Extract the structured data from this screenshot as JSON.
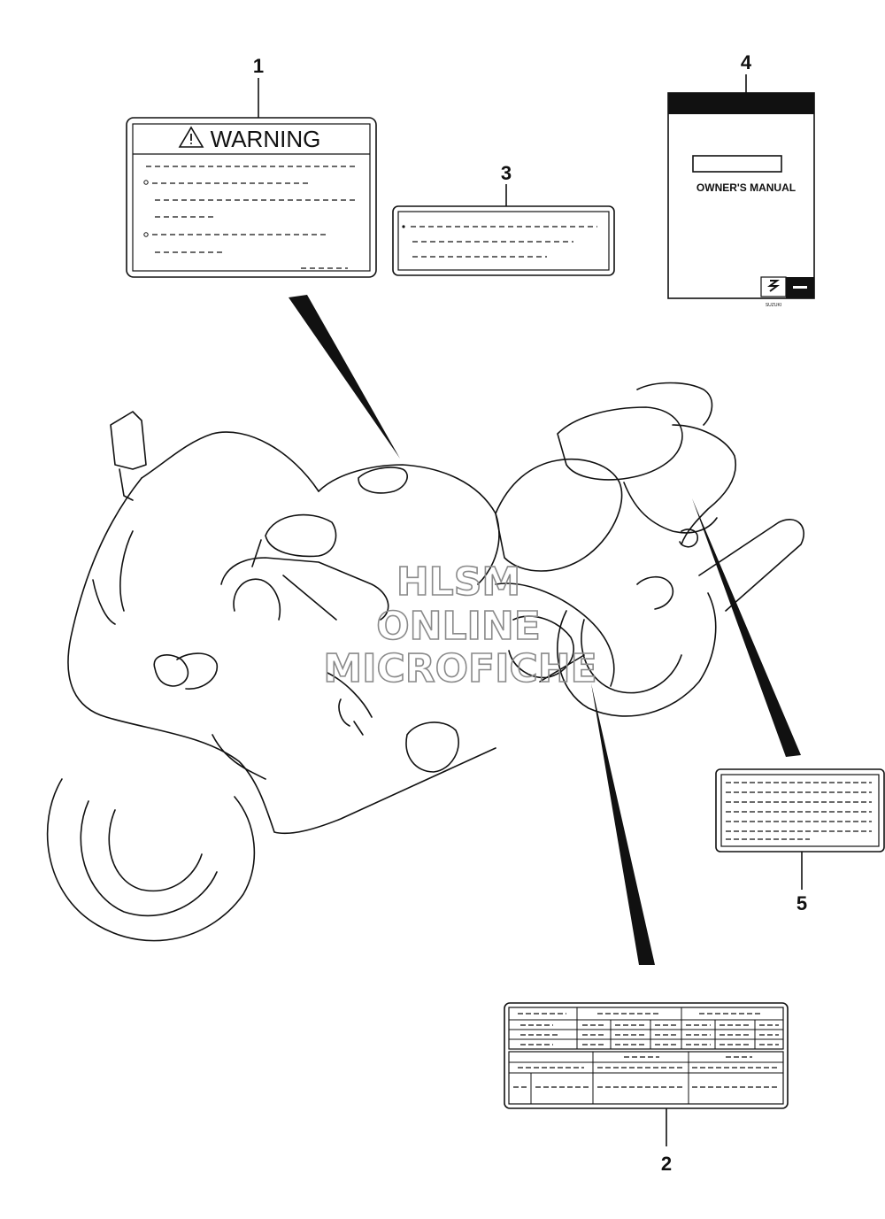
{
  "callouts": [
    {
      "id": "1",
      "label": "1"
    },
    {
      "id": "2",
      "label": "2"
    },
    {
      "id": "3",
      "label": "3"
    },
    {
      "id": "4",
      "label": "4"
    },
    {
      "id": "5",
      "label": "5"
    }
  ],
  "warning_label": {
    "title": "WARNING"
  },
  "manual": {
    "title": "OWNER'S MANUAL",
    "brand": "SUZUKI"
  },
  "watermark": {
    "line1": "HLSM",
    "line2": "ONLINE",
    "line3": "MICROFICHE"
  },
  "colors": {
    "line": "#111111",
    "watermark": "#8a8a8a"
  }
}
